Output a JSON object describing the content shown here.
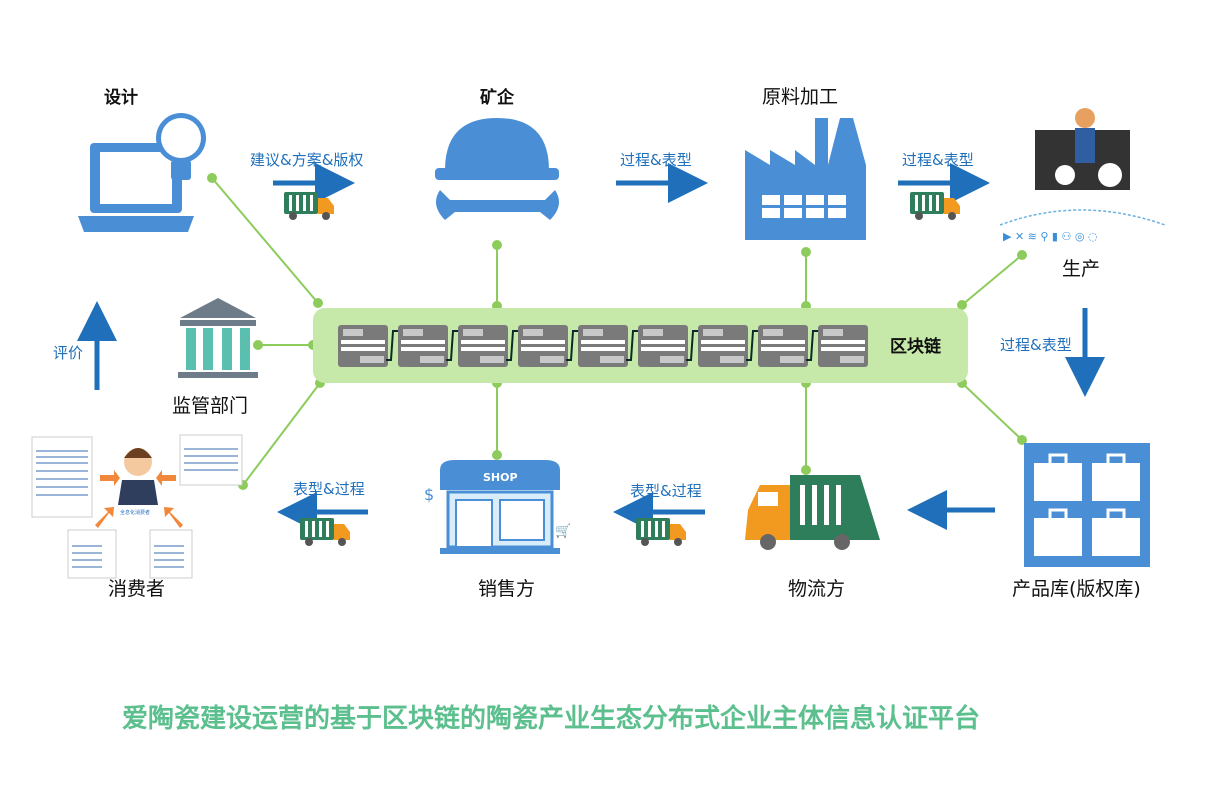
{
  "nodes": {
    "design": "设计",
    "mining": "矿企",
    "processing": "原料加工",
    "production": "生产",
    "regulator": "监管部门",
    "consumer": "消费者",
    "seller": "销售方",
    "logistics": "物流方",
    "product_library": "产品库(版权库)",
    "blockchain": "区块链"
  },
  "flows": {
    "design_to_mining": "建议&方案&版权",
    "mining_to_processing": "过程&表型",
    "processing_to_production": "过程&表型",
    "production_to_library": "过程&表型",
    "logistics_to_seller": "表型&过程",
    "seller_to_consumer": "表型&过程",
    "consumer_to_design": "评价"
  },
  "icons": {
    "shop_sign": "SHOP",
    "consumer_caption": "全息化消费者"
  },
  "title": "爱陶瓷建设运营的基于区块链的陶瓷产业生态分布式企业主体信息认证平台",
  "colors": {
    "accent_blue": "#1f6fba",
    "icon_blue": "#4a8fd6",
    "chain_green": "#c6e8a8",
    "connector_green": "#8dcc5c",
    "title_green": "#5cbf8e",
    "truck_green": "#2e7d5b",
    "truck_orange": "#f29a1f"
  }
}
